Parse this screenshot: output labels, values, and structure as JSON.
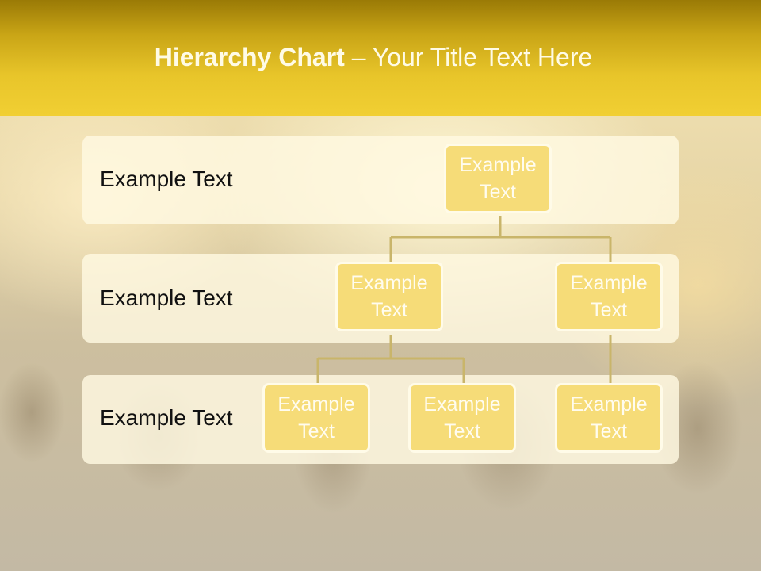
{
  "slide": {
    "title_bold": "Hierarchy Chart",
    "title_rest": " – Your Title Text Here"
  },
  "bands": [
    {
      "label": "Example Text"
    },
    {
      "label": "Example Text"
    },
    {
      "label": "Example Text"
    }
  ],
  "nodes": {
    "root": "Example Text",
    "level2_left": "Example Text",
    "level2_right": "Example Text",
    "level3_a": "Example Text",
    "level3_b": "Example Text",
    "level3_c": "Example Text"
  },
  "colors": {
    "header": "#e8c52a",
    "node_fill": "#f6dc78",
    "connector": "#c9b56a"
  }
}
